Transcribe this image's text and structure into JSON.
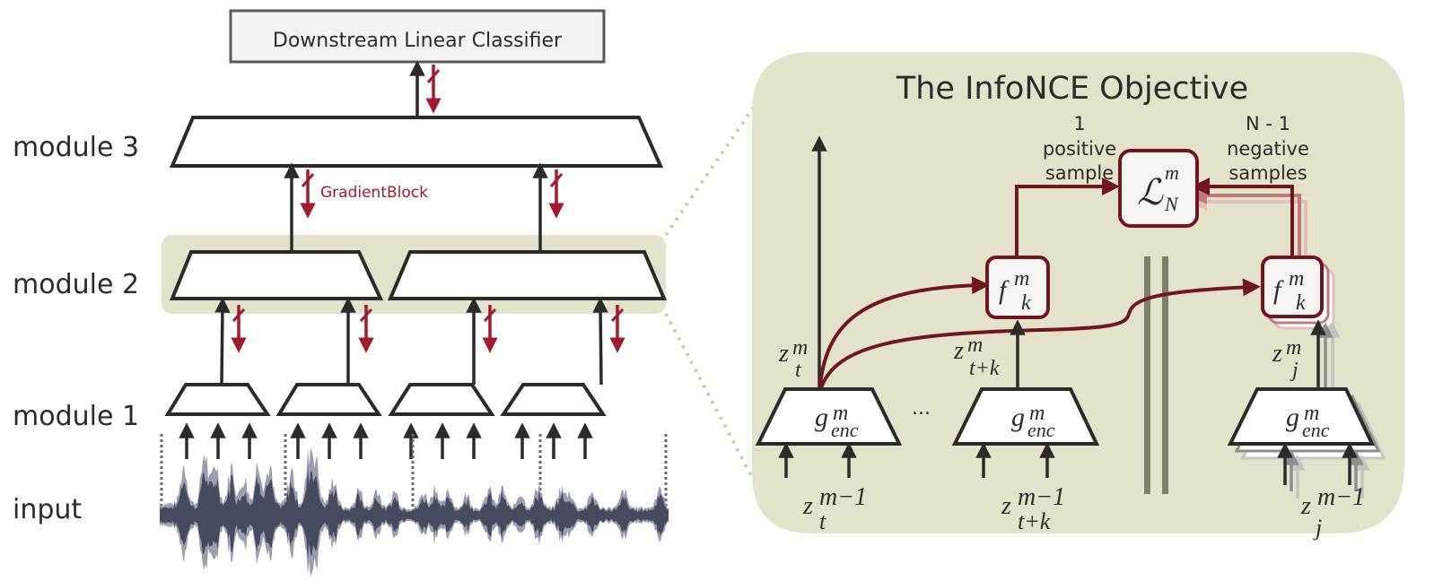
{
  "colors": {
    "dark": "#2b2b2b",
    "red": "#a01c2c",
    "maroon": "#731520",
    "panel": "#e3e3cc",
    "panel_line": "#c9cfa3",
    "bar": "#7f806a",
    "wave": "#454a5c",
    "box_fill": "#f3f3f3"
  },
  "left": {
    "classifier_label": "Downstream Linear Classifier",
    "row_labels": {
      "module3": "module 3",
      "module2": "module 2",
      "module1": "module 1",
      "input": "input"
    },
    "gradient_block_label": "GradientBlock"
  },
  "right": {
    "title": "The InfoNCE Objective",
    "positive": {
      "count": "1",
      "line1": "positive",
      "line2": "sample"
    },
    "negative": {
      "count": "N - 1",
      "line1": "negative",
      "line2": "samples"
    },
    "loss": {
      "base": "ℒ",
      "sup": "m",
      "sub": "N"
    },
    "predictor": {
      "base": "f",
      "sup": "m",
      "sub": "k"
    },
    "encoder": {
      "base": "g",
      "sup": "m",
      "sub": "enc"
    },
    "ellipsis": "...",
    "z_labels": {
      "zt": {
        "base": "z",
        "sup": "m",
        "sub": "t"
      },
      "ztk": {
        "base": "z",
        "sup": "m",
        "sub": "t+k"
      },
      "zj": {
        "base": "z",
        "sup": "m",
        "sub": "j"
      },
      "zt_in": {
        "base": "z",
        "sup": "m−1",
        "sub": "t"
      },
      "ztk_in": {
        "base": "z",
        "sup": "m−1",
        "sub": "t+k"
      },
      "zj_in": {
        "base": "z",
        "sup": "m−1",
        "sub": "j"
      }
    }
  }
}
